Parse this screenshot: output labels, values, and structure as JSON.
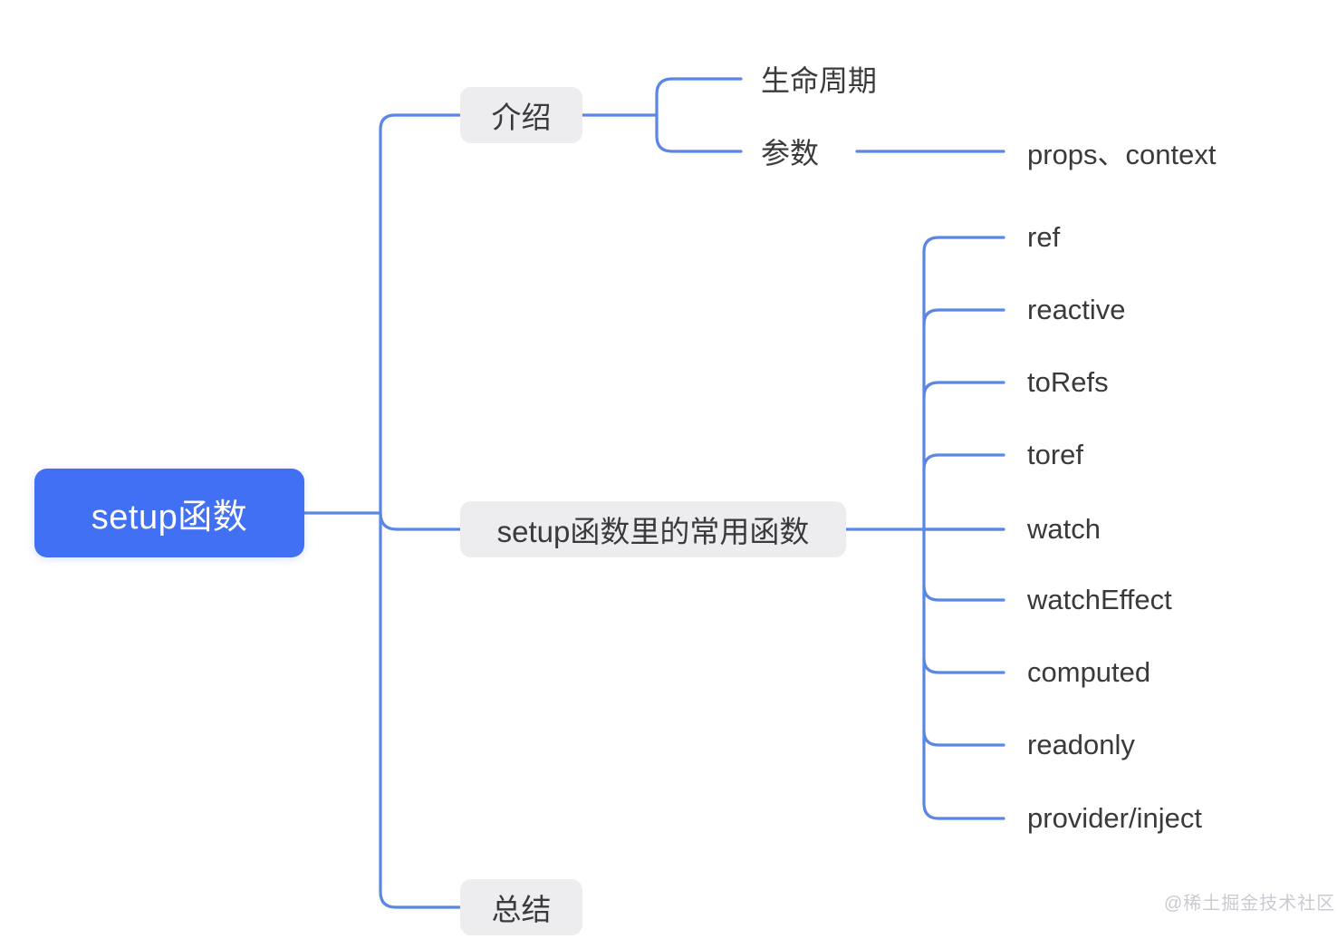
{
  "diagram": {
    "type": "mind-map",
    "title": "setup函数",
    "background_color": "#ffffff",
    "root_color": "#4170F4",
    "branch_bg_color": "#EDEDEF",
    "edge_color": "#5B86E5",
    "text_color": "#3A3A3C"
  },
  "root": {
    "label": "setup函数"
  },
  "branches": {
    "intro": {
      "label": "介绍",
      "children": [
        {
          "label": "生命周期"
        },
        {
          "label": "参数",
          "value": "props、context"
        }
      ]
    },
    "common_functions": {
      "label": "setup函数里的常用函数",
      "children": [
        {
          "label": "ref"
        },
        {
          "label": "reactive"
        },
        {
          "label": "toRefs"
        },
        {
          "label": "toref"
        },
        {
          "label": "watch"
        },
        {
          "label": "watchEffect"
        },
        {
          "label": "computed"
        },
        {
          "label": "readonly"
        },
        {
          "label": "provider/inject"
        }
      ]
    },
    "summary": {
      "label": "总结"
    }
  },
  "watermark": {
    "label": "@稀土掘金技术社区"
  }
}
